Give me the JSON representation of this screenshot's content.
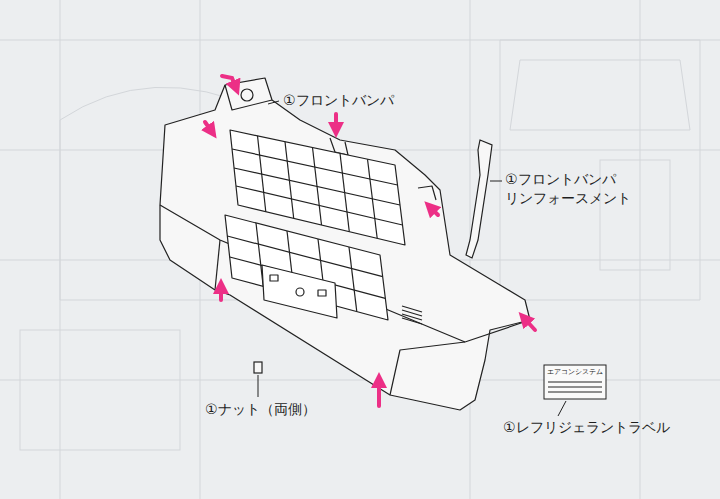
{
  "diagram": {
    "labels": [
      "①フロントバンパ",
      "①フロントバンパ リンフォースメント",
      "①ナット（両側）",
      "①レフリジェラントラベル",
      "エアコンシステム"
    ]
  }
}
